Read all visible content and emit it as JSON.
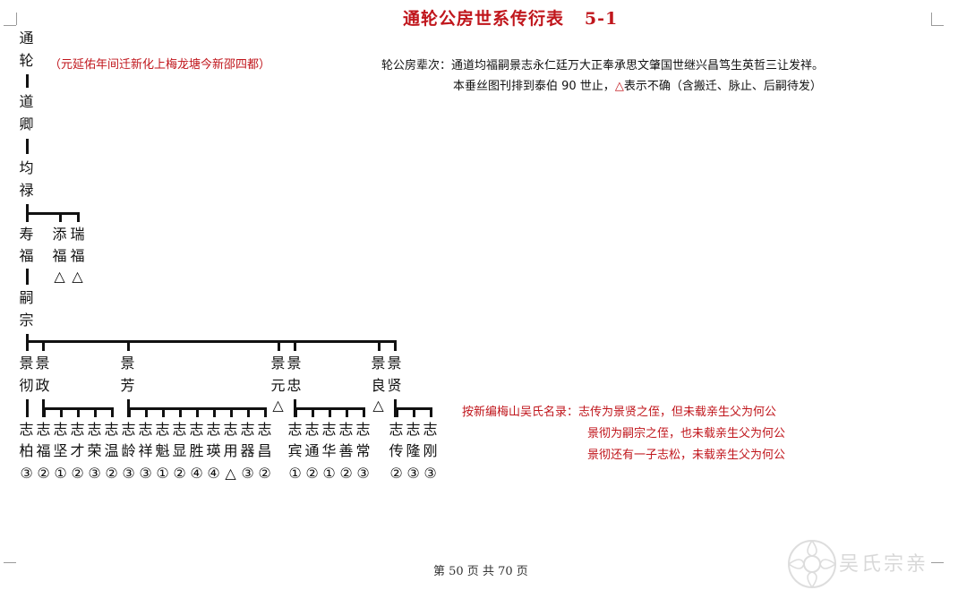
{
  "title": "通轮公房世系传衍表",
  "page_code": "5-1",
  "header": {
    "generations": "轮公房辈次：通道均福嗣景志永仁廷万大正奉承思文肇国世继兴昌笃生英哲三让发祥。",
    "scope_prefix": "本垂丝图刊排到泰伯 90 世止，",
    "triangle": "△",
    "scope_suffix": "表示不确（含搬迁、脉止、后嗣待发）"
  },
  "migration_note": "（元延佑年间迁新化上梅龙塘今新邵四都）",
  "research_notes": [
    "按新编梅山吴氏名录：志传为景贤之侄，但未载亲生父为何公",
    "景彻为嗣宗之侄，也未载亲生父为何公",
    "景彻还有一子志松，未载亲生父为何公"
  ],
  "footer": "第 50 页 共 70 页",
  "watermark": "吴氏宗亲",
  "tree": {
    "gen1": [
      "通",
      "轮"
    ],
    "gen2": [
      "道",
      "卿"
    ],
    "gen3": [
      "均",
      "禄"
    ],
    "gen4": [
      {
        "chars": [
          "寿",
          "福"
        ],
        "mark": ""
      },
      {
        "chars": [
          "添",
          "福"
        ],
        "mark": "△"
      },
      {
        "chars": [
          "瑞",
          "福"
        ],
        "mark": "△"
      }
    ],
    "gen5": [
      "嗣",
      "宗"
    ],
    "gen6": [
      {
        "chars": [
          "景",
          "彻"
        ],
        "mark": ""
      },
      {
        "chars": [
          "景",
          "政"
        ],
        "mark": ""
      },
      {
        "chars": [
          "景",
          "芳"
        ],
        "mark": ""
      },
      {
        "chars": [
          "景",
          "元"
        ],
        "mark": "△"
      },
      {
        "chars": [
          "景",
          "忠"
        ],
        "mark": ""
      },
      {
        "chars": [
          "景",
          "良"
        ],
        "mark": "△"
      },
      {
        "chars": [
          "景",
          "贤"
        ],
        "mark": ""
      }
    ],
    "gen7": [
      {
        "chars": [
          "志",
          "柏"
        ],
        "num": "③"
      },
      {
        "chars": [
          "志",
          "福"
        ],
        "num": "②"
      },
      {
        "chars": [
          "志",
          "坚"
        ],
        "num": "①"
      },
      {
        "chars": [
          "志",
          "才"
        ],
        "num": "②"
      },
      {
        "chars": [
          "志",
          "荣"
        ],
        "num": "③"
      },
      {
        "chars": [
          "志",
          "温"
        ],
        "num": "②"
      },
      {
        "chars": [
          "志",
          "龄"
        ],
        "num": "③"
      },
      {
        "chars": [
          "志",
          "祥"
        ],
        "num": "③"
      },
      {
        "chars": [
          "志",
          "魁"
        ],
        "num": "①"
      },
      {
        "chars": [
          "志",
          "显"
        ],
        "num": "②"
      },
      {
        "chars": [
          "志",
          "胜"
        ],
        "num": "④"
      },
      {
        "chars": [
          "志",
          "瑛"
        ],
        "num": "④"
      },
      {
        "chars": [
          "志",
          "用"
        ],
        "num": "△"
      },
      {
        "chars": [
          "志",
          "器"
        ],
        "num": "③"
      },
      {
        "chars": [
          "志",
          "昌"
        ],
        "num": "②"
      },
      {
        "chars": [
          "志",
          "宾"
        ],
        "num": "①"
      },
      {
        "chars": [
          "志",
          "通"
        ],
        "num": "②"
      },
      {
        "chars": [
          "志",
          "华"
        ],
        "num": "①"
      },
      {
        "chars": [
          "志",
          "善"
        ],
        "num": "②"
      },
      {
        "chars": [
          "志",
          "常"
        ],
        "num": "③"
      },
      {
        "chars": [
          "志",
          "传"
        ],
        "num": "②"
      },
      {
        "chars": [
          "志",
          "隆"
        ],
        "num": "③"
      },
      {
        "chars": [
          "志",
          "刚"
        ],
        "num": "③"
      }
    ]
  }
}
